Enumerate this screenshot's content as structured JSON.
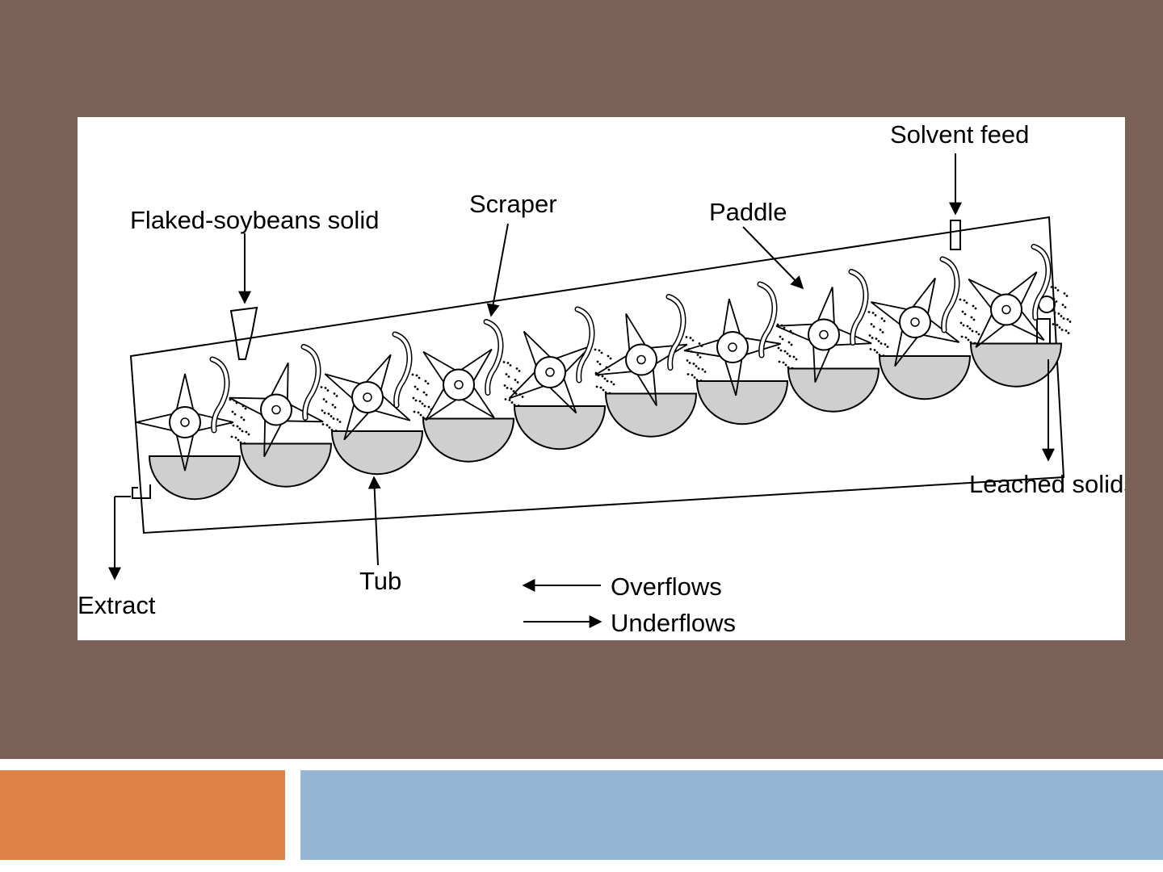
{
  "slide": {
    "colors": {
      "background": "#7a6056",
      "accent_left": "#dd8147",
      "accent_right": "#95b5d2",
      "figure_background": "#ffffff",
      "tub_fill": "#cfcfcf"
    }
  },
  "diagram": {
    "labels": {
      "solvent_feed": "Solvent feed",
      "flaked_soybeans": "Flaked-soybeans solid",
      "scraper": "Scraper",
      "paddle": "Paddle",
      "leached_solids": "Leached solids",
      "extract": "Extract",
      "tub": "Tub"
    },
    "legend": {
      "overflows": "Overflows",
      "underflows": "Underflows"
    }
  }
}
